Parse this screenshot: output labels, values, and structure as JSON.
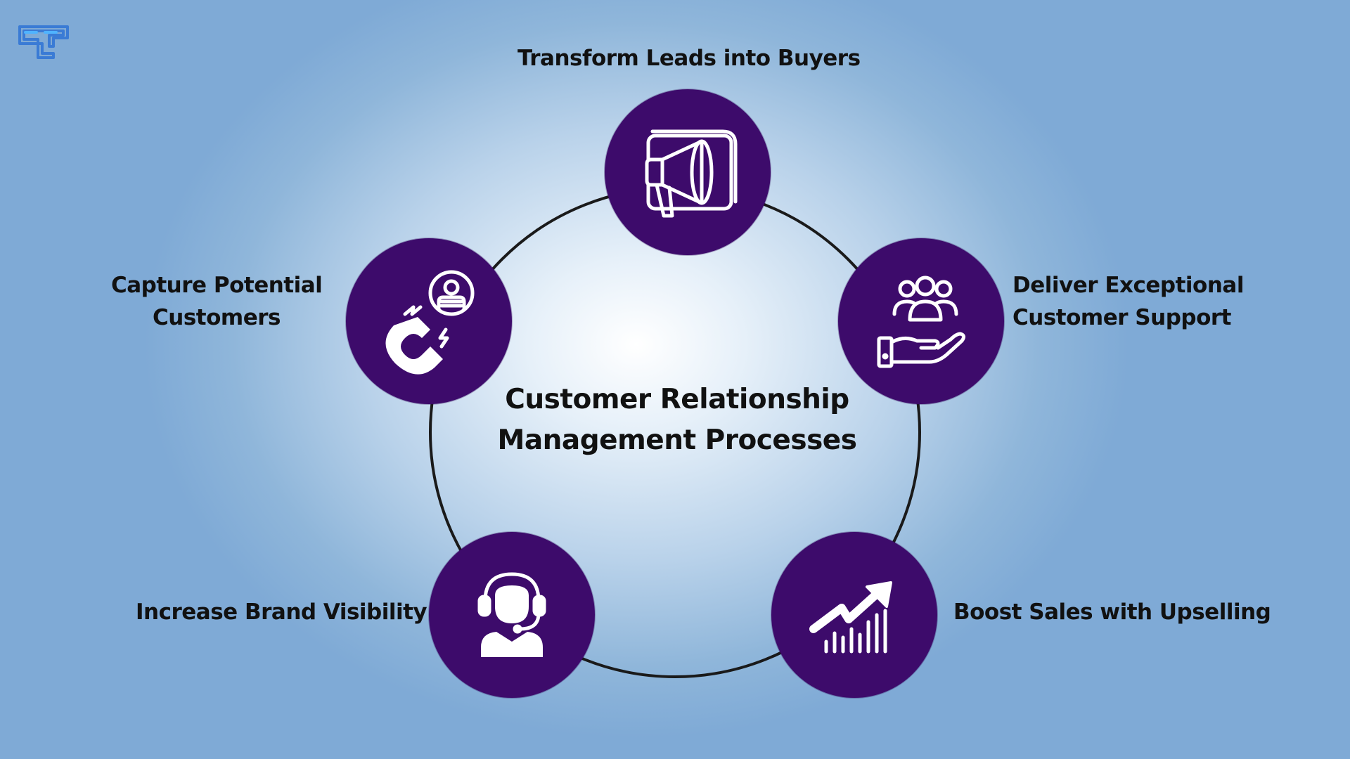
{
  "diagram": {
    "center_title": {
      "line1": "Customer Relationship",
      "line2": "Management Processes"
    },
    "nodes": [
      {
        "label_lines": [
          "Transform Leads into Buyers"
        ],
        "icon": "megaphone-icon"
      },
      {
        "label_lines": [
          "Deliver Exceptional",
          "Customer Support"
        ],
        "icon": "customer-support-hand-icon"
      },
      {
        "label_lines": [
          "Boost Sales with Upselling"
        ],
        "icon": "growth-chart-icon"
      },
      {
        "label_lines": [
          "Increase Brand Visibility"
        ],
        "icon": "headset-agent-icon"
      },
      {
        "label_lines": [
          "Capture Potential",
          "Customers"
        ],
        "icon": "magnet-icon"
      }
    ]
  },
  "colors": {
    "node_fill": "#3d0b6b",
    "ring": "#1a1a1a",
    "text": "#111111",
    "icon_stroke": "#ffffff",
    "logo": "#3a7bd5"
  },
  "logo": {
    "icon": "brand-logo-icon"
  }
}
